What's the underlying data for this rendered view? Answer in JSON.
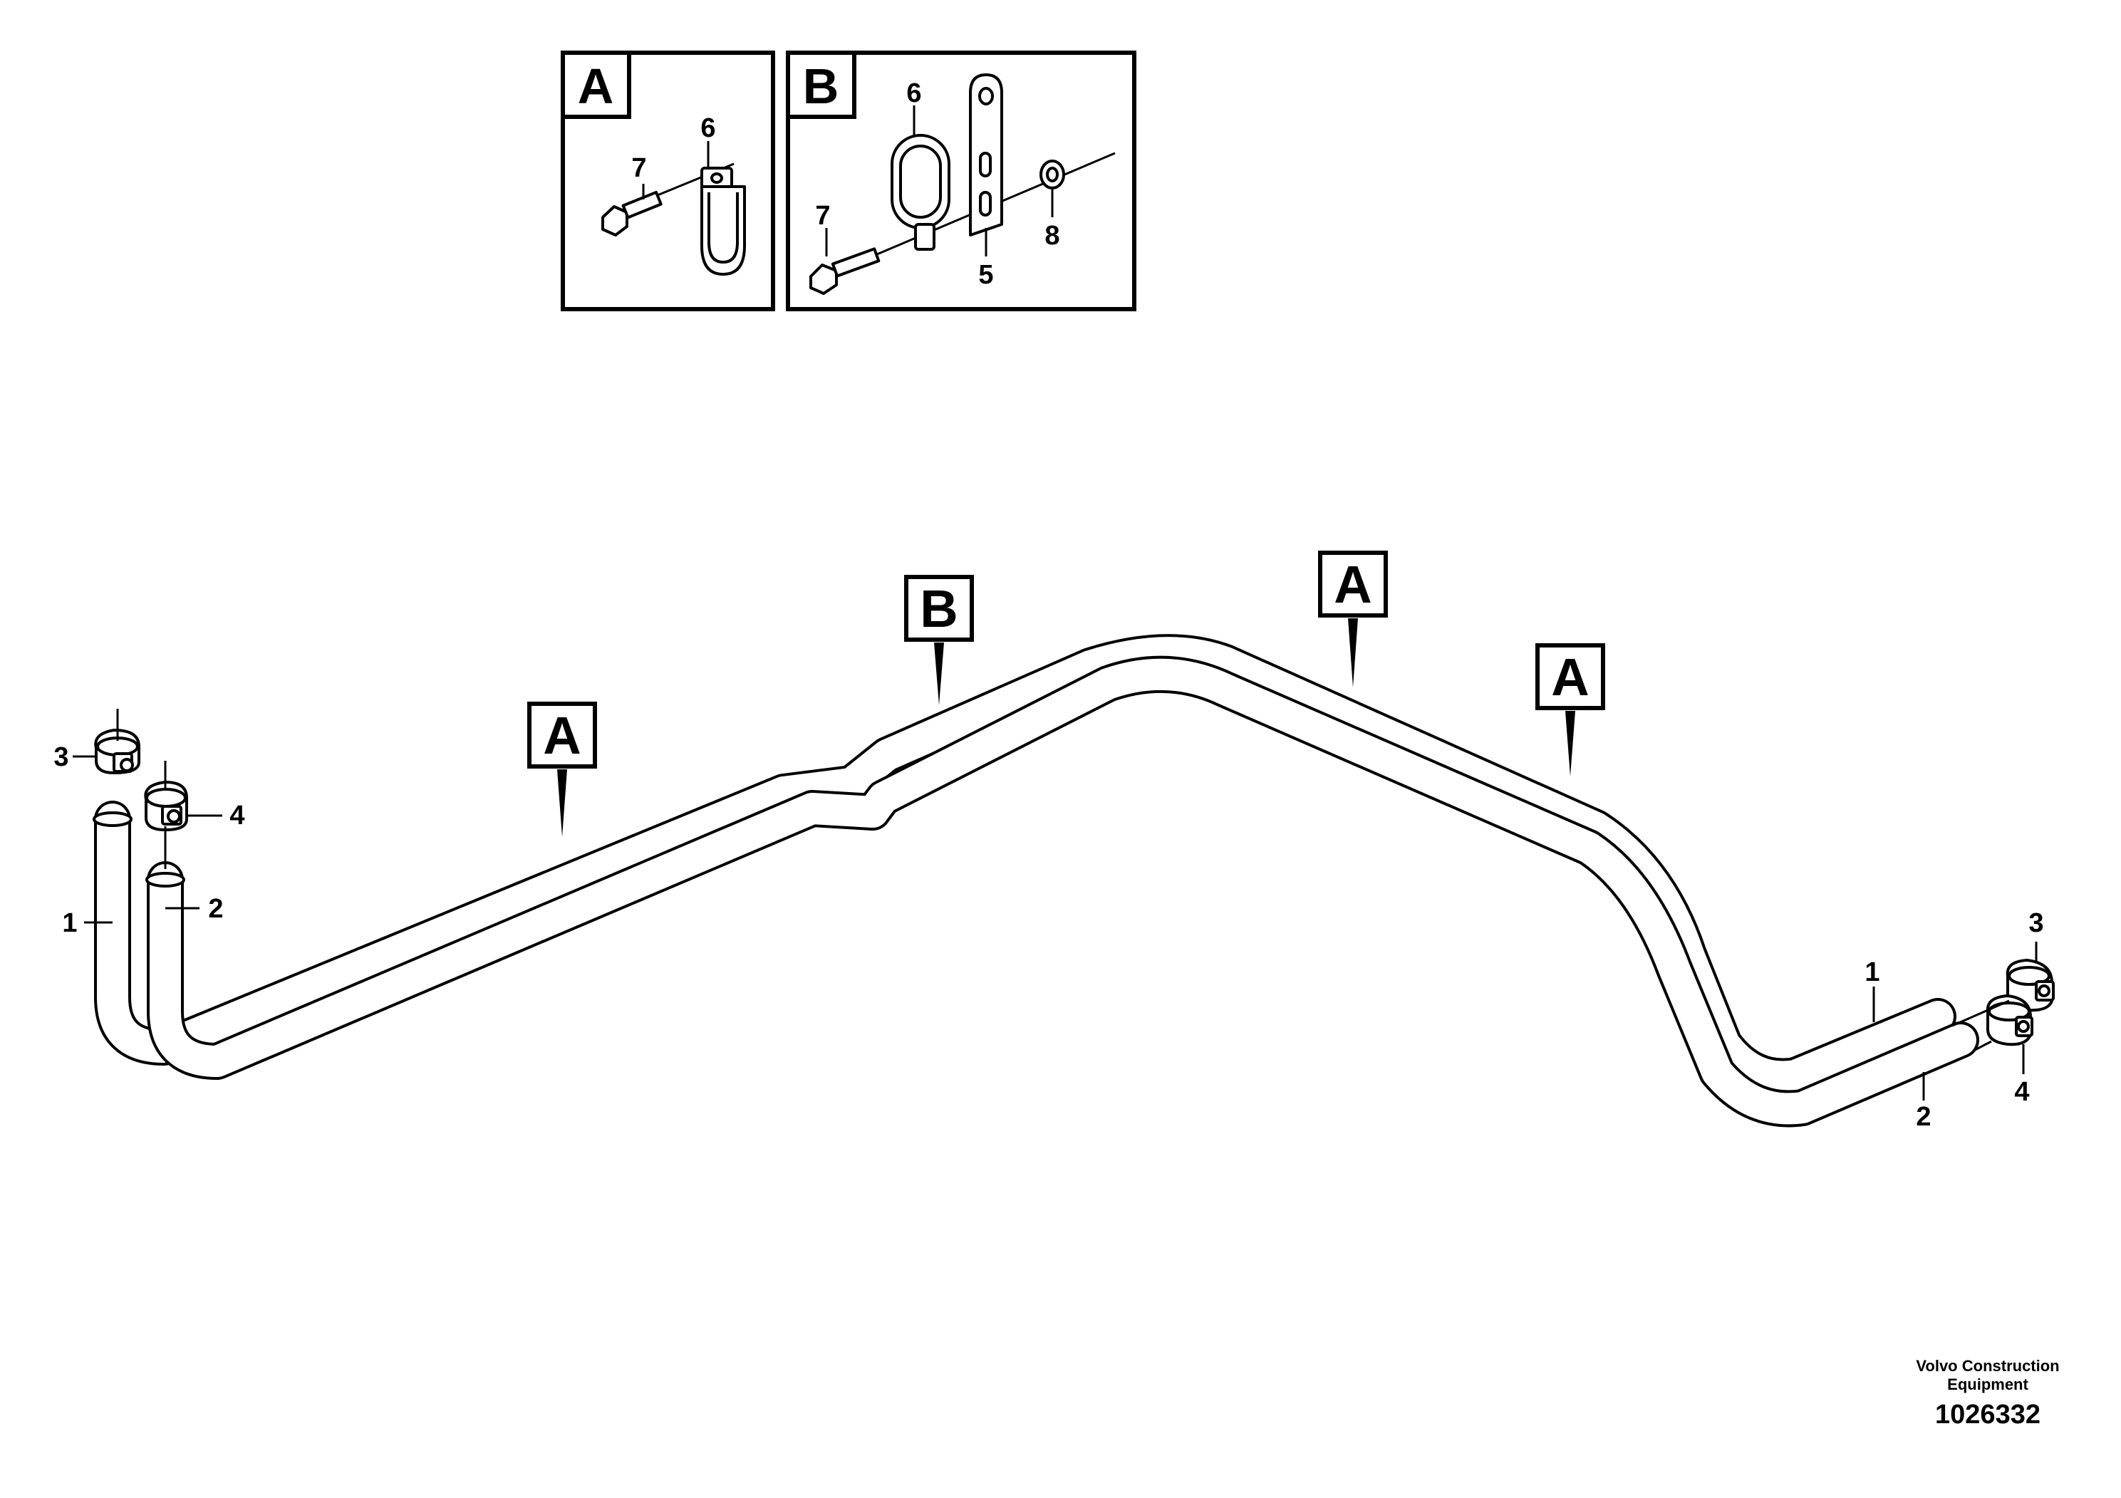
{
  "insets": {
    "a": {
      "letter": "A",
      "callouts": {
        "bolt": "7",
        "clip": "6"
      }
    },
    "b": {
      "letter": "B",
      "callouts": {
        "clip": "6",
        "bolt": "7",
        "bracket": "5",
        "washer": "8"
      }
    }
  },
  "markers": [
    {
      "letter": "A"
    },
    {
      "letter": "B"
    },
    {
      "letter": "A"
    },
    {
      "letter": "A"
    }
  ],
  "callouts": {
    "left": {
      "pipe1": "1",
      "pipe2": "2",
      "clamp3": "3",
      "clamp4": "4"
    },
    "right": {
      "pipe1": "1",
      "pipe2": "2",
      "clamp3": "3",
      "clamp4": "4"
    }
  },
  "footer": {
    "company": "Volvo Construction Equipment",
    "code": "1026332"
  }
}
